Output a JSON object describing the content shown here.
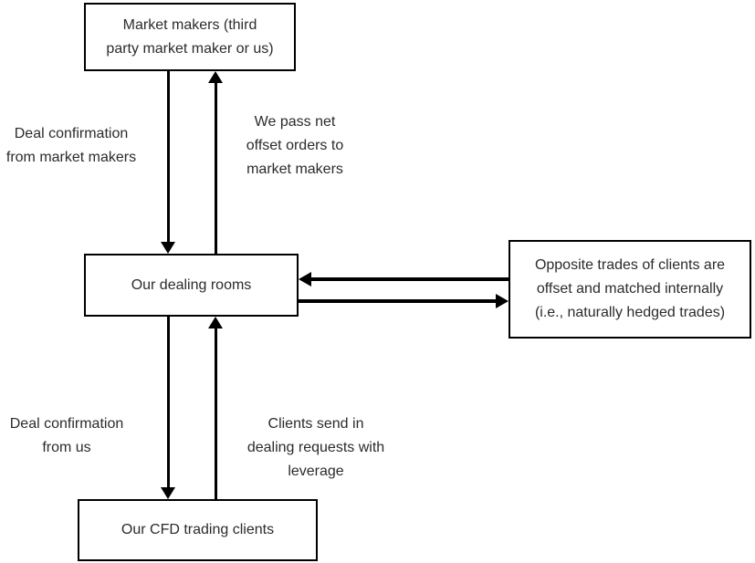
{
  "colors": {
    "background": "#ffffff",
    "line": "#000000",
    "text": "#2b2b2b"
  },
  "boxes": {
    "market_makers": {
      "label": "Market makers (third\nparty market maker or us)"
    },
    "dealing_rooms": {
      "label": "Our dealing rooms"
    },
    "opposite_trades": {
      "label": "Opposite trades of clients are\noffset and matched internally\n(i.e., naturally hedged trades)"
    },
    "cfd_clients": {
      "label": "Our CFD trading clients"
    }
  },
  "edge_labels": {
    "deal_confirmation_from_market_makers": "Deal confirmation\nfrom market makers",
    "we_pass_net_offset_orders": "We pass net\noffset orders to\nmarket makers",
    "deal_confirmation_from_us": "Deal confirmation\nfrom us",
    "clients_send_requests": "Clients send in\ndealing requests with\nleverage"
  },
  "edges": [
    {
      "from": "market_makers",
      "to": "dealing_rooms",
      "label": "Deal confirmation from market makers",
      "direction": "down"
    },
    {
      "from": "dealing_rooms",
      "to": "market_makers",
      "label": "We pass net offset orders to market makers",
      "direction": "up"
    },
    {
      "from": "opposite_trades",
      "to": "dealing_rooms",
      "label": "",
      "direction": "left"
    },
    {
      "from": "dealing_rooms",
      "to": "opposite_trades",
      "label": "",
      "direction": "right"
    },
    {
      "from": "dealing_rooms",
      "to": "cfd_clients",
      "label": "Deal confirmation from us",
      "direction": "down"
    },
    {
      "from": "cfd_clients",
      "to": "dealing_rooms",
      "label": "Clients send in dealing requests with leverage",
      "direction": "up"
    }
  ]
}
